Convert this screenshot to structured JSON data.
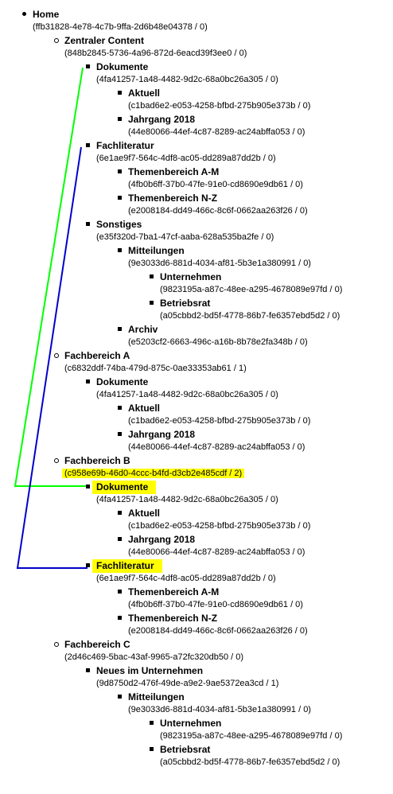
{
  "tree": {
    "home": {
      "label": "Home",
      "meta": "(ffb31828-4e78-4c7b-9ffa-2d6b48e04378 / 0)"
    },
    "zentraler_content": {
      "label": "Zentraler Content",
      "meta": "(848b2845-5736-4a96-872d-6eacd39f3ee0 / 0)"
    },
    "zc_dokumente": {
      "label": "Dokumente",
      "meta": "(4fa41257-1a48-4482-9d2c-68a0bc26a305 / 0)"
    },
    "zc_aktuell": {
      "label": "Aktuell",
      "meta": "(c1bad6e2-e053-4258-bfbd-275b905e373b / 0)"
    },
    "zc_jahrgang": {
      "label": "Jahrgang 2018",
      "meta": "(44e80066-44ef-4c87-8289-ac24abffa053 / 0)"
    },
    "zc_fachliteratur": {
      "label": "Fachliteratur",
      "meta": "(6e1ae9f7-564c-4df8-ac05-dd289a87dd2b / 0)"
    },
    "zc_themen_am": {
      "label": "Themenbereich A-M",
      "meta": "(4fb0b6ff-37b0-47fe-91e0-cd8690e9db61 / 0)"
    },
    "zc_themen_nz": {
      "label": "Themenbereich N-Z",
      "meta": "(e2008184-dd49-466c-8c6f-0662aa263f26 / 0)"
    },
    "zc_sonstiges": {
      "label": "Sonstiges",
      "meta": "(e35f320d-7ba1-47cf-aaba-628a535ba2fe / 0)"
    },
    "zc_mitteilungen": {
      "label": "Mitteilungen",
      "meta": "(9e3033d6-881d-4034-af81-5b3e1a380991 / 0)"
    },
    "zc_unternehmen": {
      "label": "Unternehmen",
      "meta": "(9823195a-a87c-48ee-a295-4678089e97fd / 0)"
    },
    "zc_betriebsrat": {
      "label": "Betriebsrat",
      "meta": "(a05cbbd2-bd5f-4778-86b7-fe6357ebd5d2 / 0)"
    },
    "zc_archiv": {
      "label": "Archiv",
      "meta": "(e5203cf2-6663-496c-a16b-8b78e2fa348b / 0)"
    },
    "fachbereich_a": {
      "label": "Fachbereich A",
      "meta": "(c6832ddf-74ba-479d-875c-0ae33353ab61 / 1)"
    },
    "fa_dokumente": {
      "label": "Dokumente",
      "meta": "(4fa41257-1a48-4482-9d2c-68a0bc26a305 / 0)"
    },
    "fa_aktuell": {
      "label": "Aktuell",
      "meta": "(c1bad6e2-e053-4258-bfbd-275b905e373b / 0)"
    },
    "fa_jahrgang": {
      "label": "Jahrgang 2018",
      "meta": "(44e80066-44ef-4c87-8289-ac24abffa053 / 0)"
    },
    "fachbereich_b": {
      "label": "Fachbereich B",
      "meta": "(c958e69b-46d0-4ccc-b4fd-d3cb2e485cdf / 2)"
    },
    "fb_dokumente": {
      "label": "Dokumente",
      "meta": "(4fa41257-1a48-4482-9d2c-68a0bc26a305 / 0)"
    },
    "fb_aktuell": {
      "label": "Aktuell",
      "meta": "(c1bad6e2-e053-4258-bfbd-275b905e373b / 0)"
    },
    "fb_jahrgang": {
      "label": "Jahrgang 2018",
      "meta": "(44e80066-44ef-4c87-8289-ac24abffa053 / 0)"
    },
    "fb_fachliteratur": {
      "label": "Fachliteratur",
      "meta": "(6e1ae9f7-564c-4df8-ac05-dd289a87dd2b / 0)"
    },
    "fb_themen_am": {
      "label": "Themenbereich A-M",
      "meta": "(4fb0b6ff-37b0-47fe-91e0-cd8690e9db61 / 0)"
    },
    "fb_themen_nz": {
      "label": "Themenbereich N-Z",
      "meta": "(e2008184-dd49-466c-8c6f-0662aa263f26 / 0)"
    },
    "fachbereich_c": {
      "label": "Fachbereich C",
      "meta": "(2d46c469-5bac-43af-9965-a72fc320db50 / 0)"
    },
    "fc_neues": {
      "label": "Neues im Unternehmen",
      "meta": "(9d8750d2-476f-49de-a9e2-9ae5372ea3cd / 1)"
    },
    "fc_mitteilungen": {
      "label": "Mitteilungen",
      "meta": "(9e3033d6-881d-4034-af81-5b3e1a380991 / 0)"
    },
    "fc_unternehmen": {
      "label": "Unternehmen",
      "meta": "(9823195a-a87c-48ee-a295-4678089e97fd / 0)"
    },
    "fc_betriebsrat": {
      "label": "Betriebsrat",
      "meta": "(a05cbbd2-bd5f-4778-86b7-fe6357ebd5d2 / 0)"
    }
  },
  "colors": {
    "highlight": "#ffff00",
    "green_link": "#00ff00",
    "blue_link": "#0000cc"
  }
}
